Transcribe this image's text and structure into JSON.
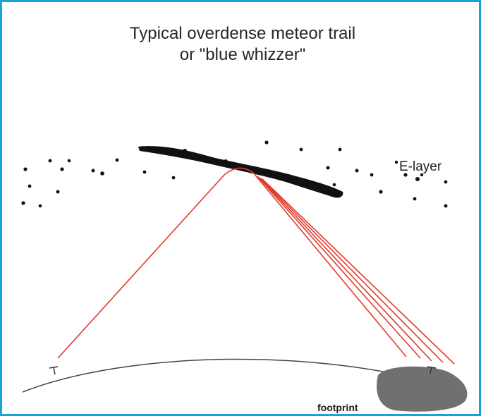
{
  "diagram": {
    "title_line1": "Typical overdense meteor trail",
    "title_line2": "or \"blue whizzer\"",
    "layer_label": "E-layer",
    "footprint_label": "footprint",
    "colors": {
      "frame": "#1aa3d9",
      "ray": "#e23a2e",
      "trail": "#111111",
      "footprint": "#6f6f6f",
      "earth": "#444444"
    }
  }
}
